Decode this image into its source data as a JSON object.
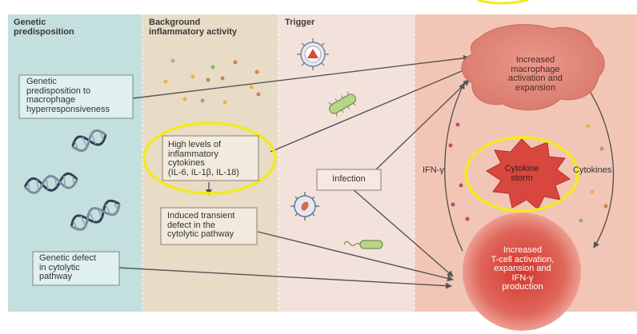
{
  "columns": [
    {
      "title": "Genetic\npredisposition"
    },
    {
      "title": "Background\ninflammatory activity"
    },
    {
      "title": "Trigger"
    }
  ],
  "boxes": {
    "genetic_hyper": "Genetic\npredisposition to\nmacrophage\nhyperresponsiveness",
    "high_cytokines": "High levels of\ninflammatory\ncytokines\n(IL-6, IL-1β, IL-18)",
    "induced_defect": "Induced transient\ndefect in the\ncytolytic pathway",
    "genetic_defect": "Genetic defect\nin cytolytic\npathway",
    "infection": "Infection"
  },
  "nodes": {
    "macrophage": "Increased\nmacrophage\nactivation and\nexpansion",
    "cytokine_storm": "Cytokine\nstorm",
    "tcell": "Increased\nT-cell activation,\nexpansion and\nIFN-γ\nproduction"
  },
  "edge_labels": {
    "ifn": "IFN-γ",
    "cytokines": "Cytokines"
  },
  "colors": {
    "genetic_column": "#c3e0de",
    "background_column": "#e8dcc7",
    "trigger_column": "#f3e2dc",
    "outcome_column": "#f2c6b6",
    "highlight": "#f4ea1c",
    "node_red": "#d8473e"
  }
}
